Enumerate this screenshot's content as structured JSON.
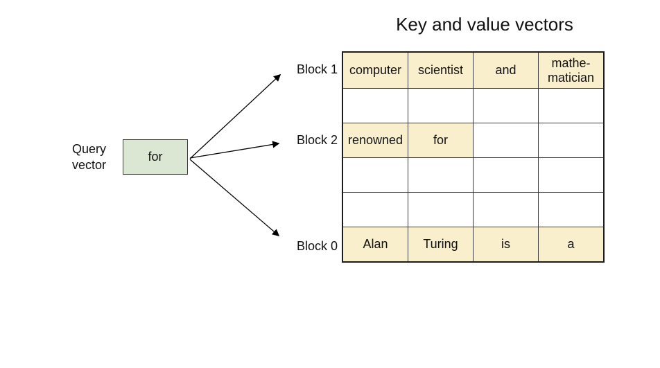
{
  "title": "Key and value vectors",
  "query_vector": {
    "label": "Query\nvector",
    "value": "for"
  },
  "block_labels": [
    "Block 1",
    "Block 2",
    "Block 0"
  ],
  "table": {
    "num_columns": 4,
    "num_rows": 6,
    "rows": [
      {
        "block": "Block 1",
        "cells": [
          "computer",
          "scientist",
          "and",
          "mathe-\nmatician"
        ],
        "highlighted": [
          true,
          true,
          true,
          true
        ]
      },
      {
        "block": "",
        "cells": [
          "",
          "",
          "",
          ""
        ],
        "highlighted": [
          false,
          false,
          false,
          false
        ]
      },
      {
        "block": "Block 2",
        "cells": [
          "renowned",
          "for",
          "",
          ""
        ],
        "highlighted": [
          true,
          true,
          false,
          false
        ]
      },
      {
        "block": "",
        "cells": [
          "",
          "",
          "",
          ""
        ],
        "highlighted": [
          false,
          false,
          false,
          false
        ]
      },
      {
        "block": "",
        "cells": [
          "",
          "",
          "",
          ""
        ],
        "highlighted": [
          false,
          false,
          false,
          false
        ]
      },
      {
        "block": "Block 0",
        "cells": [
          "Alan",
          "Turing",
          "is",
          "a"
        ],
        "highlighted": [
          true,
          true,
          true,
          true
        ]
      }
    ]
  },
  "colors": {
    "cell_highlight": "#f9efcd",
    "query_box_fill": "#dbe7d2",
    "arrow": "#000000"
  }
}
